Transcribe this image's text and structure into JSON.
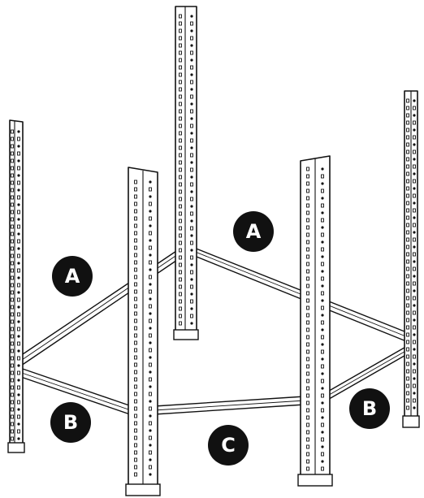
{
  "labels": {
    "beam_back_left": "A",
    "beam_back_right": "A",
    "beam_front_left": "B",
    "beam_front_right": "B",
    "beam_front_center": "C"
  },
  "colors": {
    "line": "#111111",
    "background": "#ffffff",
    "badge_fill": "#111111",
    "badge_text": "#ffffff"
  }
}
